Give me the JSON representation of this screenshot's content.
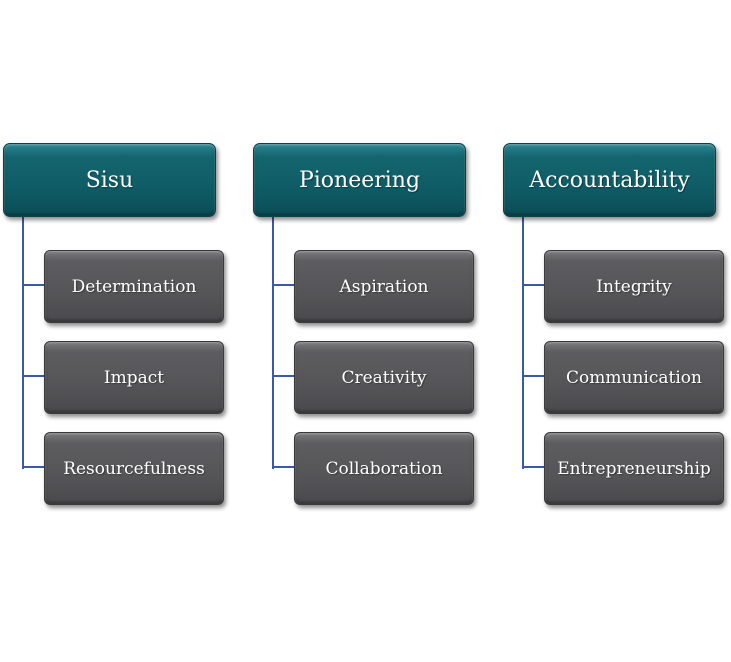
{
  "colors": {
    "header_fill": "#0f5c66",
    "child_fill": "#555558",
    "connector": "#3a5aa8",
    "text": "#ffffff",
    "background": "#ffffff"
  },
  "columns": [
    {
      "header": "Sisu",
      "children": [
        "Determination",
        "Impact",
        "Resourcefulness"
      ]
    },
    {
      "header": "Pioneering",
      "children": [
        "Aspiration",
        "Creativity",
        "Collaboration"
      ]
    },
    {
      "header": "Accountability",
      "children": [
        "Integrity",
        "Communication",
        "Entrepreneurship"
      ]
    }
  ]
}
